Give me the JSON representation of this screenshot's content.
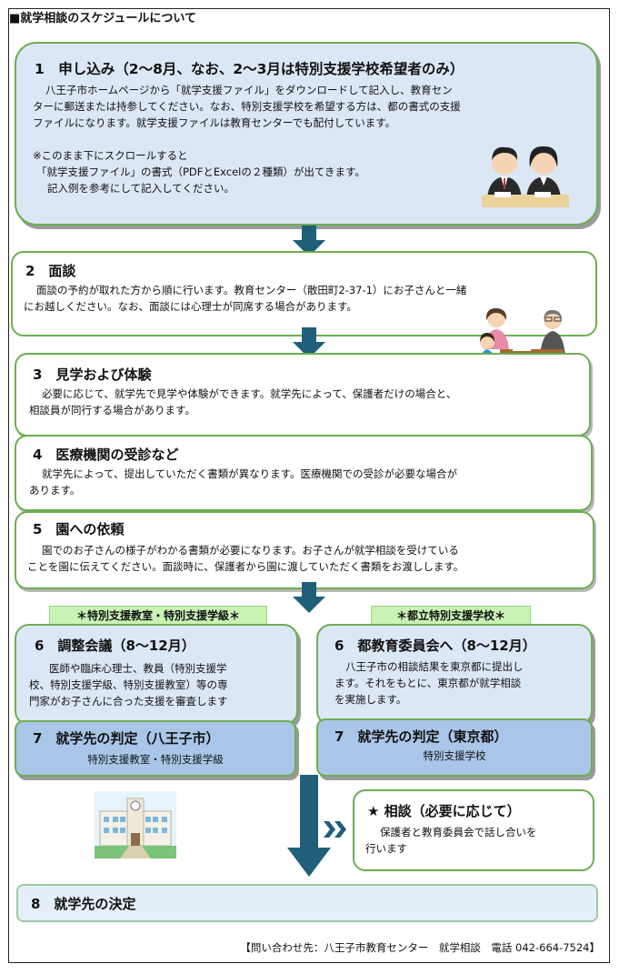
{
  "header": {
    "title": "■就学相談のスケジュールについて"
  },
  "step1": {
    "title": "1　申し込み（2～8月、なお、2～3月は特別支援学校希望者のみ）",
    "line1": "八王子市ホームページから「就学支援ファイル」をダウンロードして記入し、教育セン",
    "line2": "ターに郵送または持参してください。なお、特別支援学校を希望する方は、都の書式の支援",
    "line3": "ファイルになります。就学支援ファイルは教育センターでも配付しています。",
    "note1": "※このまま下にスクロールすると",
    "note2": "「就学支援ファイル」の書式（PDFとExcelの２種類）が出てきます。",
    "note3": "記入例を参考にして記入してください。"
  },
  "step2": {
    "title": "2　面談",
    "line1": "面談の予約が取れた方から順に行います。教育センター（散田町2-37-1）にお子さんと一緒",
    "line2": "にお越しください。なお、面談には心理士が同席する場合があります。"
  },
  "step3": {
    "title": "3　見学および体験",
    "line1": "必要に応じて、就学先で見学や体験ができます。就学先によって、保護者だけの場合と、",
    "line2": "相談員が同行する場合があります。"
  },
  "step4": {
    "title": "4　医療機関の受診など",
    "line1": "就学先によって、提出していただく書類が異なります。医療機関での受診が必要な場合が",
    "line2": "あります。"
  },
  "step5": {
    "title": "5　園への依頼",
    "line1": "園でのお子さんの様子がわかる書類が必要になります。お子さんが就学相談を受けている",
    "line2": "ことを園に伝えてください。面談時に、保護者から園に渡していただく書類をお渡しします。"
  },
  "tags": {
    "left": "＊特別支援教室・特別支援学級＊",
    "right": "＊都立特別支援学校＊"
  },
  "step6_left": {
    "title": "6　調整会議（8～12月）",
    "line1": "医師や臨床心理士、教員（特別支援学",
    "line2": "校、特別支援学級、特別支援教室）等の専",
    "line3": "門家がお子さんに合った支援を審査します"
  },
  "step6_right": {
    "title": "6　都教育委員会へ（8～12月）",
    "line1": "八王子市の相談結果を東京都に提出し",
    "line2": "ます。それをもとに、東京都が就学相談",
    "line3": "を実施します。"
  },
  "step7_left": {
    "title": "7　就学先の判定（八王子市）",
    "sub": "特別支援教室・特別支援学級"
  },
  "step7_right": {
    "title": "7　就学先の判定（東京都）",
    "sub": "特別支援学校"
  },
  "consult": {
    "title": "★ 相談（必要に応じて）",
    "line1": "保護者と教育委員会で話し合いを",
    "line2": "行います"
  },
  "step8": {
    "title": "8　就学先の決定"
  },
  "footer": {
    "contact": "【問い合わせ先：八王子市教育センター　就学相談　電話 042-664-7524】"
  },
  "colors": {
    "green_border": "#6cae52",
    "light_blue": "#dbe7f5",
    "mid_blue": "#a9c6e8",
    "arrow": "#1f5f7a",
    "tag_green": "#c9f2b5"
  }
}
